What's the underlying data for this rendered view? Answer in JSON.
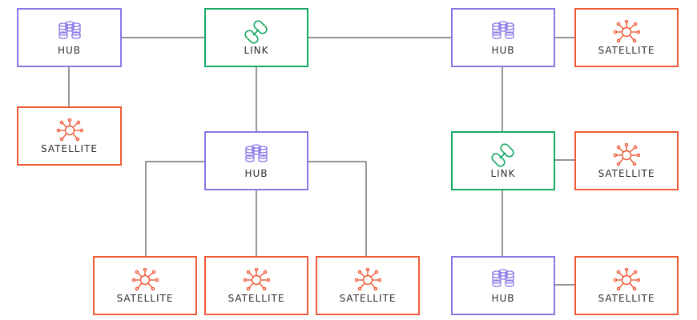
{
  "labels": {
    "hub": "HUB",
    "link": "LINK",
    "satellite": "SATELLITE"
  },
  "colors": {
    "hub": "#8b76e6",
    "link": "#17a865",
    "satellite": "#ef5a36",
    "connector": "#555555"
  },
  "icons": {
    "hub": "database-stack-icon",
    "link": "chain-link-icon",
    "satellite": "satellite-node-icon"
  },
  "nodes": [
    {
      "id": "hub-1",
      "type": "hub"
    },
    {
      "id": "link-1",
      "type": "link"
    },
    {
      "id": "hub-2",
      "type": "hub"
    },
    {
      "id": "satellite-1",
      "type": "satellite"
    },
    {
      "id": "satellite-2",
      "type": "satellite"
    },
    {
      "id": "hub-3",
      "type": "hub"
    },
    {
      "id": "link-2",
      "type": "link"
    },
    {
      "id": "satellite-3",
      "type": "satellite"
    },
    {
      "id": "satellite-4",
      "type": "satellite"
    },
    {
      "id": "satellite-5",
      "type": "satellite"
    },
    {
      "id": "satellite-6",
      "type": "satellite"
    },
    {
      "id": "hub-4",
      "type": "hub"
    },
    {
      "id": "satellite-7",
      "type": "satellite"
    }
  ],
  "edges": [
    [
      "hub-1",
      "link-1"
    ],
    [
      "link-1",
      "hub-2"
    ],
    [
      "hub-2",
      "satellite-1"
    ],
    [
      "hub-1",
      "satellite-2"
    ],
    [
      "link-1",
      "hub-3"
    ],
    [
      "hub-2",
      "link-2"
    ],
    [
      "link-2",
      "satellite-3"
    ],
    [
      "hub-3",
      "satellite-4"
    ],
    [
      "hub-3",
      "satellite-5"
    ],
    [
      "hub-3",
      "satellite-6"
    ],
    [
      "link-2",
      "hub-4"
    ],
    [
      "hub-4",
      "satellite-7"
    ]
  ]
}
